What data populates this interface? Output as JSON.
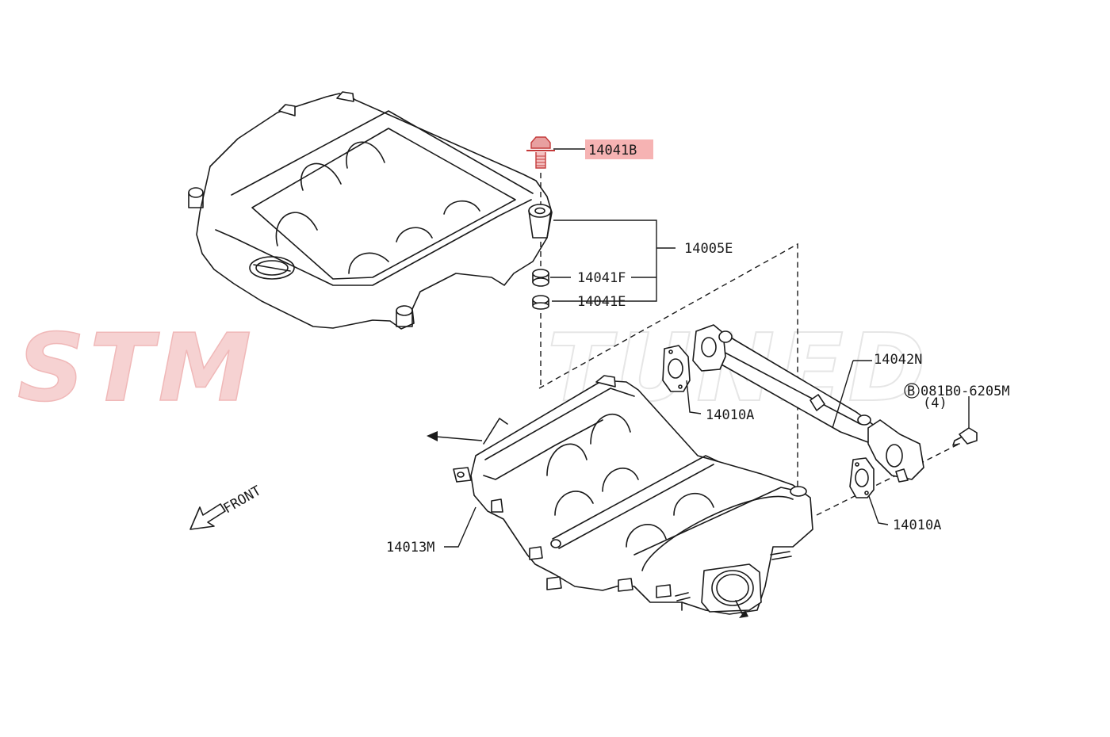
{
  "watermark": {
    "part1": "STM",
    "part2": "TUNED",
    "color": "#f2c4c4",
    "outline": "#eeeeee"
  },
  "highlight_color": "#f4a6a6",
  "callouts": {
    "bolt_top": "14041B",
    "engine_cover": "14005E",
    "grommet": "14041F",
    "collar": "14041E",
    "pipe": "14042N",
    "bolt_right": "081B0-6205M",
    "bolt_right_prefix": "B",
    "bolt_right_qty": "(4)",
    "gasket_left": "14010A",
    "gasket_right": "14010A",
    "manifold": "14013M"
  },
  "front_label": "FRONT"
}
